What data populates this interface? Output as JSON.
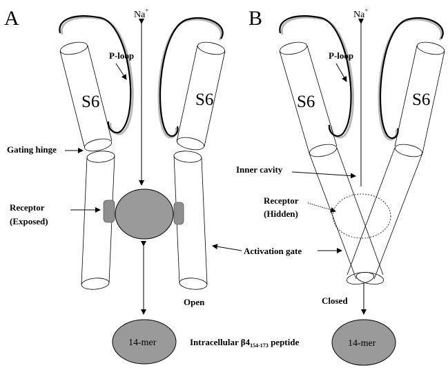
{
  "panels": {
    "a": {
      "label": "A",
      "state": "Open"
    },
    "b": {
      "label": "B",
      "state": "Closed"
    }
  },
  "ion": {
    "symbol": "Na",
    "charge": "+"
  },
  "labels": {
    "p_loop": "P-loop",
    "s6": "S6",
    "gating_hinge": "Gating hinge",
    "receptor": "Receptor",
    "exposed": "(Exposed)",
    "hidden": "(Hidden)",
    "inner_cavity": "Inner cavity",
    "activation_gate": "Activation gate",
    "peptide_blob": "14-mer",
    "peptide_title_main": "Intracellular β4",
    "peptide_title_sub": "154-173",
    "peptide_title_tail": " peptide"
  },
  "colors": {
    "blob_fill": "#9a9a9a",
    "receptor_fill": "#8f8f8f",
    "loop_shadow": "#b8b8b8"
  }
}
